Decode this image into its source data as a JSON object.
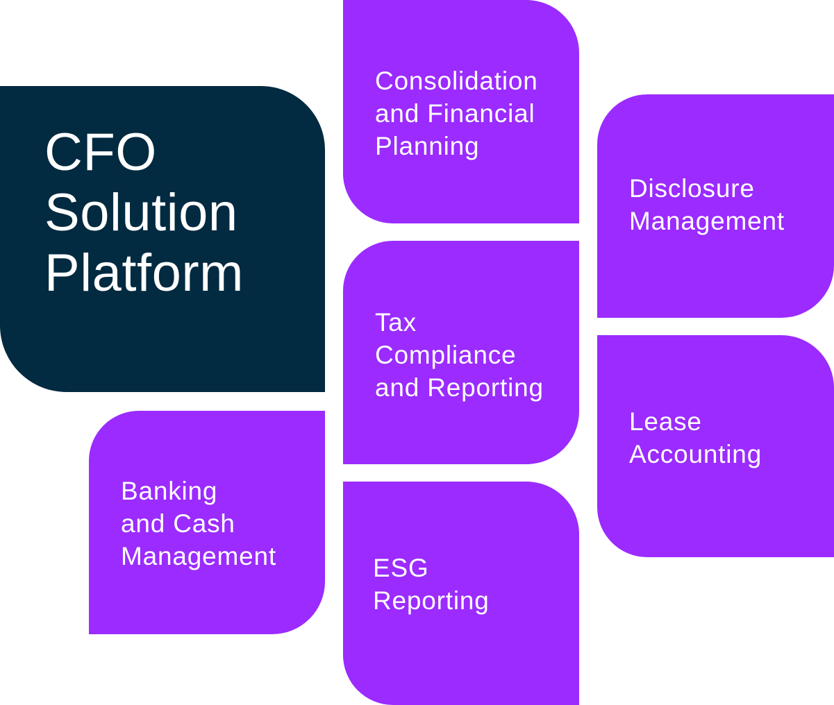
{
  "colors": {
    "primary": "#022a40",
    "accent": "#9b2bff",
    "text": "#ffffff"
  },
  "platform": {
    "title": "CFO\nSolution\nPlatform"
  },
  "modules": [
    {
      "id": "consolidation",
      "label": "Consolidation\nand Financial\nPlanning"
    },
    {
      "id": "disclosure",
      "label": "Disclosure\nManagement"
    },
    {
      "id": "tax",
      "label": "Tax\nCompliance\nand Reporting"
    },
    {
      "id": "lease",
      "label": "Lease\nAccounting"
    },
    {
      "id": "banking",
      "label": "Banking\nand Cash\nManagement"
    },
    {
      "id": "esg",
      "label": "ESG\nReporting"
    }
  ]
}
